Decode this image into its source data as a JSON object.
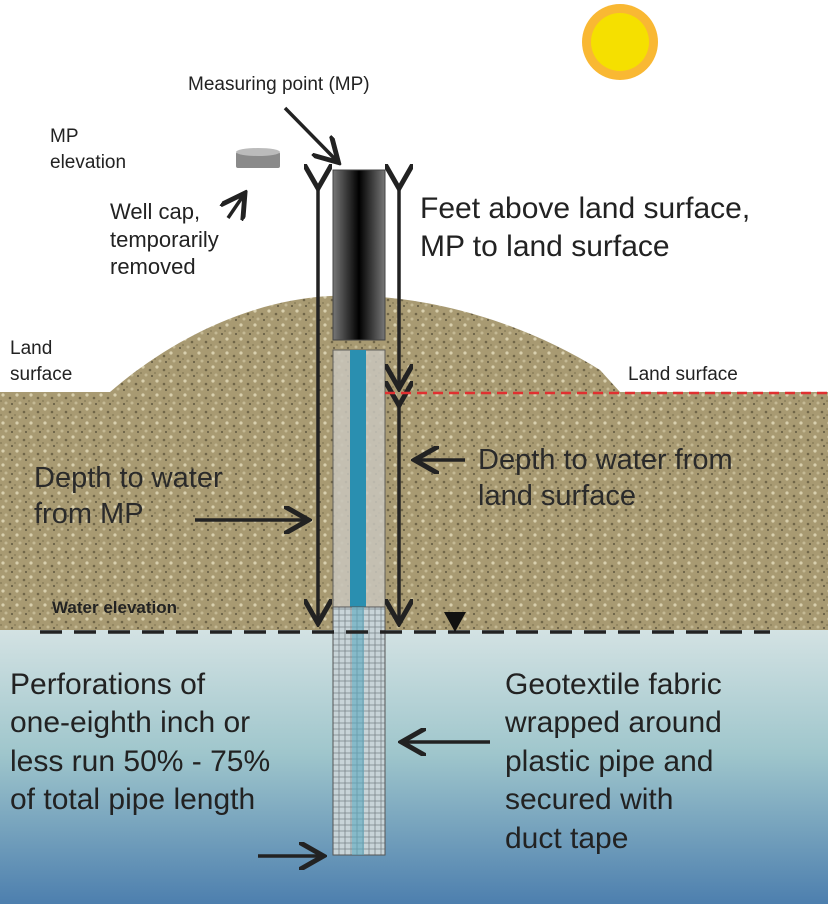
{
  "labels": {
    "measuring_point": "Measuring point (MP)",
    "mp_elevation": [
      "MP",
      "elevation"
    ],
    "well_cap": [
      "Well cap,",
      "temporarily",
      "removed"
    ],
    "land_surface_left": [
      "Land",
      "surface"
    ],
    "land_surface_right": "Land surface",
    "feet_above": [
      "Feet above land surface,",
      "MP to land surface"
    ],
    "depth_from_mp": [
      "Depth to water",
      "from MP"
    ],
    "depth_from_land": [
      "Depth to water from",
      "land surface"
    ],
    "water_elevation": "Water elevation",
    "perforations": [
      "Perforations of",
      "one-eighth inch or",
      "less run 50% - 75%",
      "of total pipe length"
    ],
    "geotextile": [
      "Geotextile fabric",
      "wrapped around",
      "plastic pipe and",
      "secured with",
      "duct tape"
    ]
  },
  "colors": {
    "soil": "#a89a72",
    "water_top": "#c9dde0",
    "water_bottom": "#4d86b0",
    "pipe_inner": "#2a8fb0",
    "red_dash": "#e03030",
    "sun": "#f5d800"
  }
}
